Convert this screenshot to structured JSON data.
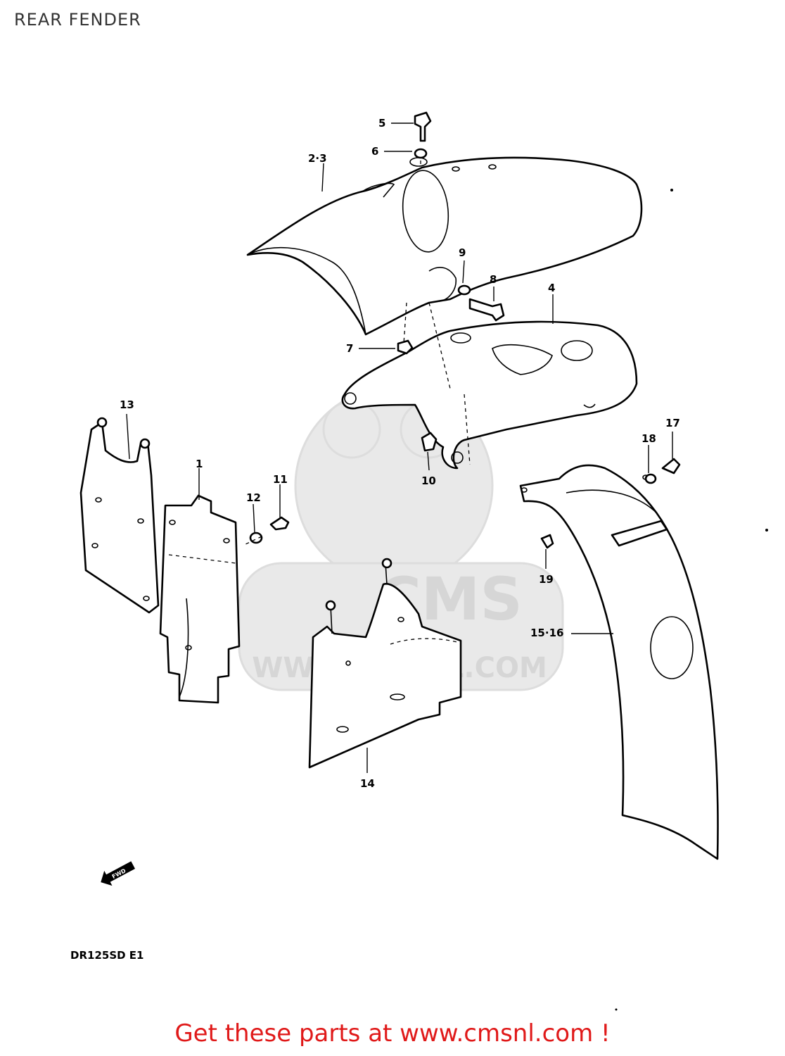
{
  "page": {
    "title": "REAR FENDER",
    "model_code": "DR125SD E1",
    "fwd_label": "FWD",
    "footer_link": "Get these parts at www.cmsnl.com !",
    "footer_color": "#e01919"
  },
  "watermark": {
    "brand": "CMS",
    "url": "WWW.CMSNL.COM"
  },
  "callouts": {
    "c1": "1",
    "c2_3": "2·3",
    "c4": "4",
    "c5": "5",
    "c6": "6",
    "c7": "7",
    "c8": "8",
    "c9": "9",
    "c10": "10",
    "c11": "11",
    "c12": "12",
    "c13": "13",
    "c14": "14",
    "c15_16": "15·16",
    "c17": "17",
    "c18": "18",
    "c19": "19"
  }
}
